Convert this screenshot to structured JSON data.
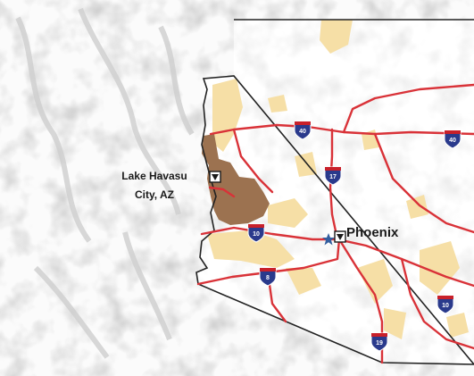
{
  "map": {
    "colors": {
      "state_fill": "#ffffff",
      "state_border": "#222222",
      "highway": "#d93238",
      "shield_blue": "#2a3a8c",
      "shield_red": "#c8202a",
      "tan_area": "#f6dfa6",
      "brown_area": "#9c7250",
      "capital_star": "#345f9f",
      "terrain": "#d7d7d7"
    },
    "places": {
      "lake_havasu": {
        "line1": "Lake Havasu",
        "line2": "City, AZ",
        "marker_icon": "triangle-marker-icon"
      },
      "phoenix": {
        "label": "Phoenix",
        "capital_icon": "star-icon",
        "marker_icon": "triangle-marker-icon"
      }
    },
    "interstates": [
      {
        "id": "i40-west",
        "number": "40"
      },
      {
        "id": "i40-east",
        "number": "40"
      },
      {
        "id": "i17",
        "number": "17"
      },
      {
        "id": "i10-west",
        "number": "10"
      },
      {
        "id": "i8",
        "number": "8"
      },
      {
        "id": "i10-east",
        "number": "10"
      },
      {
        "id": "i19",
        "number": "19"
      }
    ]
  }
}
